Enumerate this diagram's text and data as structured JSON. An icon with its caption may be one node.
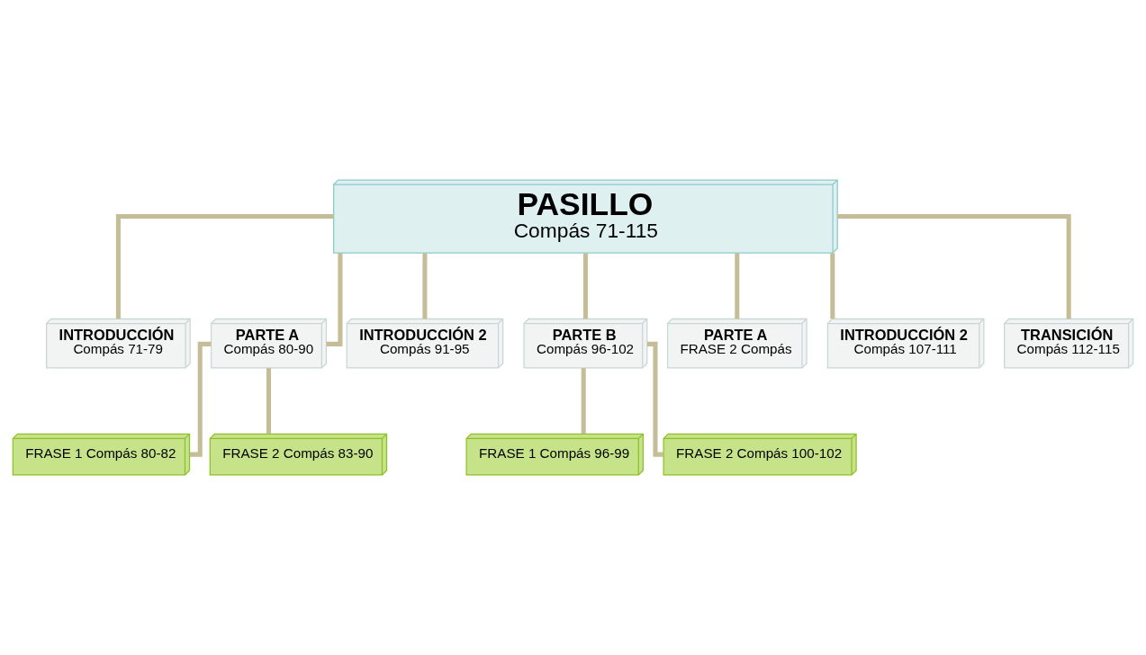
{
  "diagram": {
    "nodes": [
      {
        "text": [
          "PASILLO",
          "Compás 71-115"
        ]
      },
      {
        "text": [
          "INTRODUCCIÓN",
          "Compás 71-79"
        ]
      },
      {
        "text": [
          "PARTE A",
          "Compás 80-90"
        ]
      },
      {
        "text": [
          "INTRODUCCIÓN 2",
          "Compás 91-95"
        ]
      },
      {
        "text": [
          "PARTE B",
          "Compás 96-102"
        ]
      },
      {
        "text": [
          "PARTE A",
          "FRASE 2 Compás"
        ]
      },
      {
        "text": [
          "INTRODUCCIÓN 2",
          "Compás 107-111"
        ]
      },
      {
        "text": [
          "TRANSICIÓN",
          "Compás 112-115"
        ]
      },
      {
        "text": [
          "FRASE 1 Compás 80-82"
        ]
      },
      {
        "text": [
          "FRASE 2 Compás 83-90"
        ]
      },
      {
        "text": [
          "FRASE 1 Compás 96-99"
        ]
      },
      {
        "text": [
          "FRASE 2 Compás 100-102"
        ]
      }
    ],
    "edges": [
      {
        "from": 0,
        "to": 1,
        "arrow": "none"
      },
      {
        "from": 0,
        "to": 2,
        "arrow": "none"
      },
      {
        "from": 0,
        "to": 3,
        "arrow": "none"
      },
      {
        "from": 0,
        "to": 4,
        "arrow": "none"
      },
      {
        "from": 0,
        "to": 5,
        "arrow": "none"
      },
      {
        "from": 0,
        "to": 6,
        "arrow": "none"
      },
      {
        "from": 0,
        "to": 7,
        "arrow": "none"
      },
      {
        "from": 2,
        "to": 8,
        "arrow": "none"
      },
      {
        "from": 2,
        "to": 9,
        "arrow": "none"
      },
      {
        "from": 4,
        "to": 10,
        "arrow": "none"
      },
      {
        "from": 4,
        "to": 11,
        "arrow": "none"
      }
    ]
  }
}
